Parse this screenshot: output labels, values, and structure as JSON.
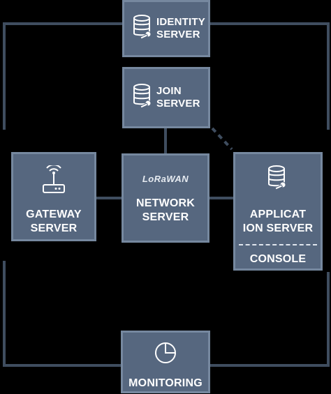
{
  "diagram": {
    "identity_server": {
      "line1": "IDENTITY",
      "line2": "SERVER",
      "icon": "database-key-icon"
    },
    "join_server": {
      "line1": "JOIN",
      "line2": "SERVER",
      "icon": "database-key-icon"
    },
    "gateway_server": {
      "line1": "GATEWAY",
      "line2": "SERVER",
      "icon": "gateway-antenna-icon"
    },
    "network_server": {
      "brand": "LoRaWAN",
      "line1": "NETWORK",
      "line2": "SERVER"
    },
    "application_server": {
      "line1": "APPLICAT",
      "line2": "ION SERVER",
      "console": "CONSOLE",
      "icon": "database-key-icon"
    },
    "monitoring": {
      "label": "MONITORING",
      "icon": "pie-chart-icon"
    }
  },
  "colors": {
    "box_fill": "#56677f",
    "box_border": "#76889f",
    "wire": "#3f4d5f",
    "background": "#000000"
  }
}
